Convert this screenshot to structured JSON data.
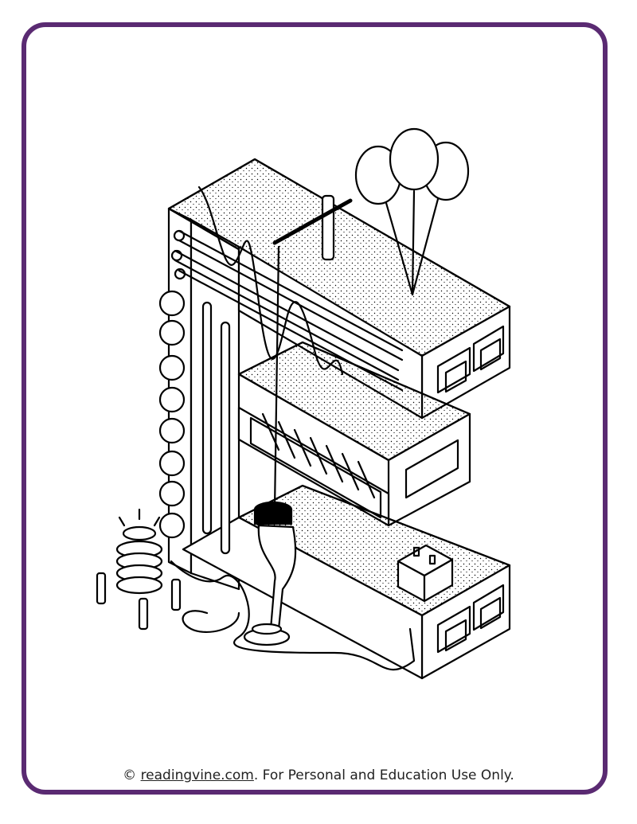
{
  "frame_color": "#5a2a72",
  "illustration": {
    "letter": "E",
    "icons": [
      "balloons-icon",
      "hand-pressing-button-icon",
      "light-bulb-icon",
      "battery-icon",
      "coil-icon"
    ]
  },
  "footer": {
    "copyright_symbol": "©",
    "site_link": "readingvine.com",
    "notice": ". For Personal and Education Use Only."
  }
}
